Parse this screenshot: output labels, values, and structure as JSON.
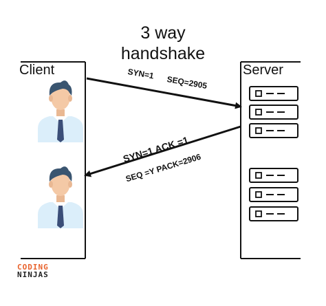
{
  "title": {
    "line1": "3 way",
    "line2": "handshake"
  },
  "client": {
    "label": "Client"
  },
  "server": {
    "label": "Server"
  },
  "messages": [
    {
      "parts": [
        "SYN=1",
        "SEQ=2905"
      ],
      "direction": "client-to-server"
    },
    {
      "line1": "SYN=1   ACK =1",
      "line2": "SEQ =Y  PACK=2906",
      "direction": "server-to-client"
    }
  ],
  "logo": {
    "line1": "CODING",
    "line2": "NINJAS"
  },
  "colors": {
    "line": "#111111",
    "hair": "#3a5570",
    "skin": "#f4c9a6",
    "shirt": "#dbeefa",
    "tie": "#3b4e78",
    "logo_orange": "#e8622c",
    "logo_dark": "#222222"
  },
  "icons": [
    "person-icon",
    "server-rack-icon"
  ]
}
